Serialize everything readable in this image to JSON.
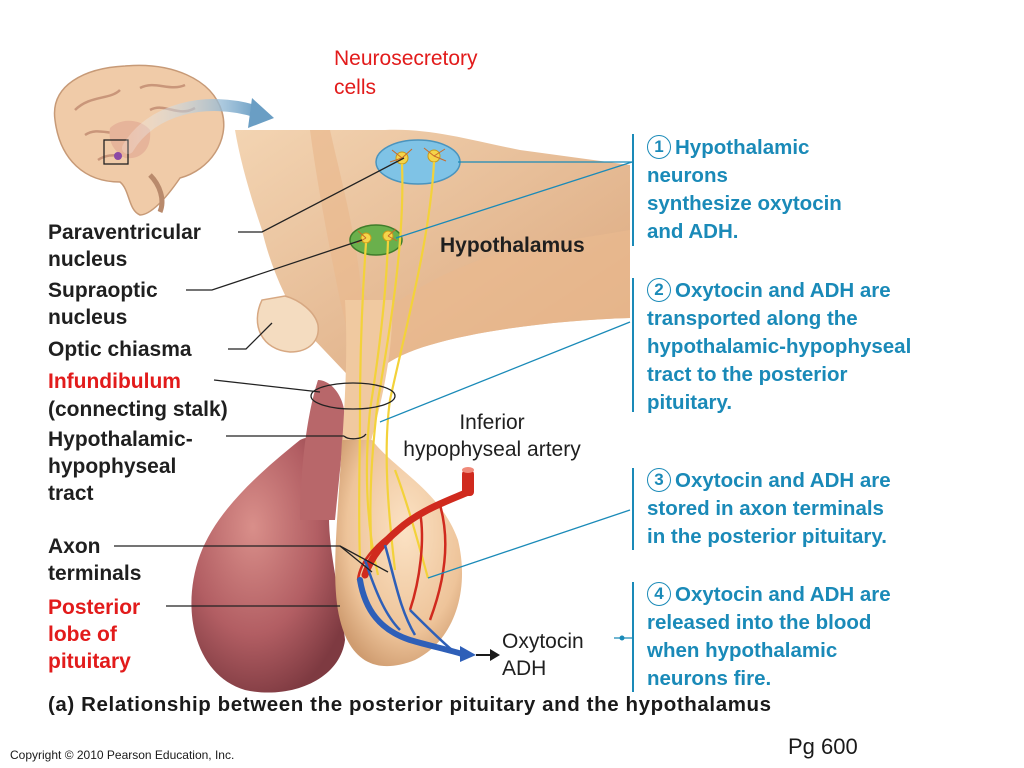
{
  "top_label": {
    "line1": "Neurosecretory",
    "line2": "cells"
  },
  "left_labels": {
    "paraventricular": [
      "Paraventricular",
      "nucleus"
    ],
    "supraoptic": [
      "Supraoptic",
      "nucleus"
    ],
    "optic_chiasma": "Optic chiasma",
    "infundibulum": "Infundibulum",
    "connecting_stalk": "(connecting stalk)",
    "tract": [
      "Hypothalamic-",
      "hypophyseal",
      "tract"
    ],
    "axon": [
      "Axon",
      "terminals"
    ],
    "posterior": [
      "Posterior",
      "lobe of",
      "pituitary"
    ]
  },
  "center_labels": {
    "hypothalamus": "Hypothalamus",
    "artery": [
      "Inferior",
      "hypophyseal artery"
    ],
    "hormones": [
      "Oxytocin",
      "ADH"
    ]
  },
  "steps": [
    {
      "num": "1",
      "lines": [
        "Hypothalamic",
        "neurons",
        "synthesize oxytocin",
        "and ADH."
      ]
    },
    {
      "num": "2",
      "lines": [
        "Oxytocin and ADH are",
        "transported along the",
        "hypothalamic-hypophyseal",
        "tract to the posterior",
        "pituitary."
      ]
    },
    {
      "num": "3",
      "lines": [
        "Oxytocin and ADH are",
        "stored in axon terminals",
        "in the posterior pituitary."
      ]
    },
    {
      "num": "4",
      "lines": [
        "Oxytocin and ADH are",
        "released into the blood",
        "when hypothalamic",
        "neurons fire."
      ]
    }
  ],
  "caption": "(a) Relationship between the posterior pituitary and the hypothalamus",
  "copyright": "Copyright © 2010 Pearson Education, Inc.",
  "page": "Pg 600",
  "colors": {
    "step_blue": "#1a8ab8",
    "red_label": "#e21b1b",
    "tissue": "#f0c9a0",
    "lobe": "#b25e63",
    "artery": "#d02a1e",
    "vein": "#2e5fb8",
    "axon": "#f3d23a"
  }
}
